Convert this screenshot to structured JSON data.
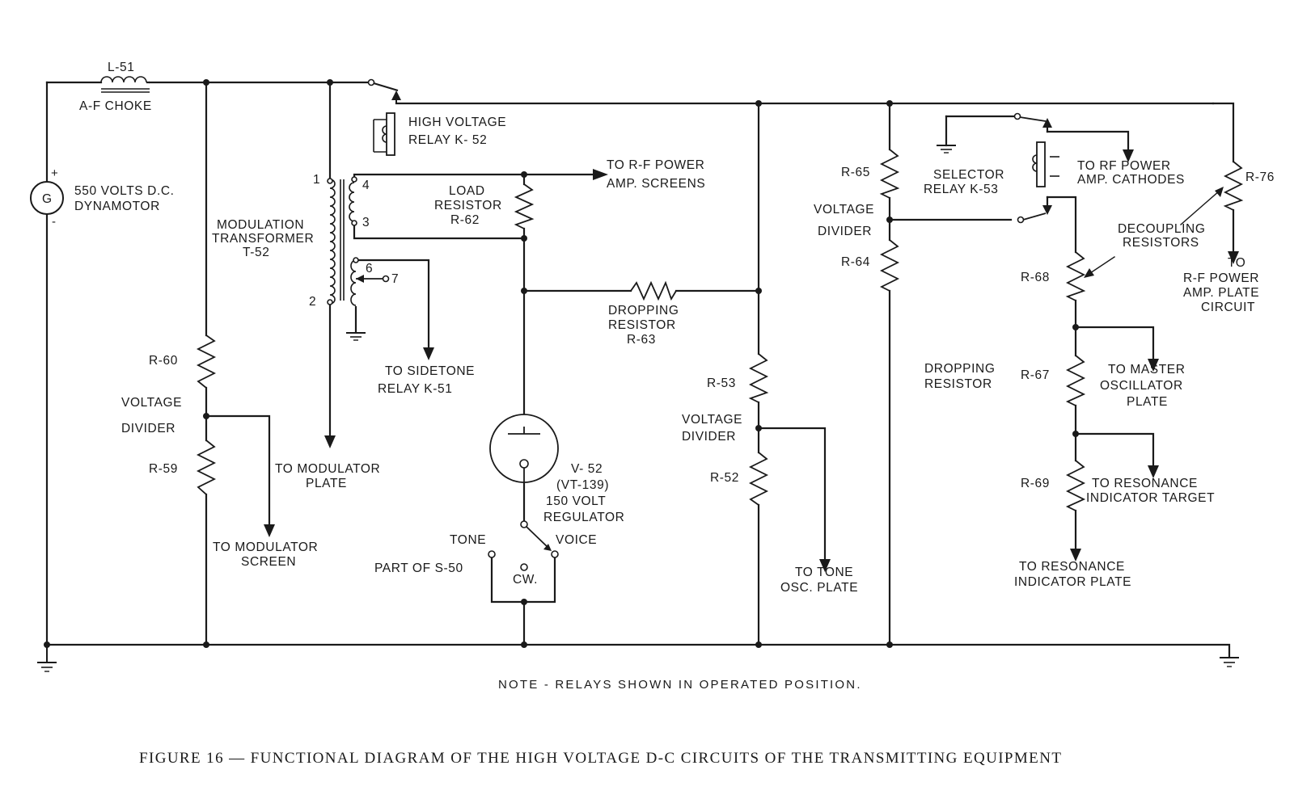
{
  "labels": {
    "l51": "L-51",
    "af_choke": "A-F CHOKE",
    "gen_symbol": "G",
    "gen_volts": "550 VOLTS D.C.",
    "gen_dyn": "DYNAMOTOR",
    "plus": "+",
    "minus": "-",
    "hv_relay_1": "HIGH VOLTAGE",
    "hv_relay_2": "RELAY K- 52",
    "mod_t1": "MODULATION",
    "mod_t2": "TRANSFORMER",
    "mod_t3": "T-52",
    "pin1": "1",
    "pin2": "2",
    "pin3": "3",
    "pin4": "4",
    "pin6": "6",
    "pin7": "7",
    "load_1": "LOAD",
    "load_2": "RESISTOR",
    "load_3": "R-62",
    "rf_screens_1": "TO R-F POWER",
    "rf_screens_2": "AMP. SCREENS",
    "dropping_1": "DROPPING",
    "dropping_2": "RESISTOR",
    "dropping_3": "R-63",
    "sidetone_1": "TO SIDETONE",
    "sidetone_2": "RELAY K-51",
    "r60": "R-60",
    "vd_left_1": "VOLTAGE",
    "vd_left_2": "DIVIDER",
    "r59": "R-59",
    "mod_plate_1": "TO MODULATOR",
    "mod_plate_2": "PLATE",
    "mod_screen_1": "TO MODULATOR",
    "mod_screen_2": "SCREEN",
    "v52_1": "V- 52",
    "v52_2": "(VT-139)",
    "v52_3": "150  VOLT",
    "v52_4": "REGULATOR",
    "tone": "TONE",
    "voice": "VOICE",
    "part_s50": "PART OF S-50",
    "cw": "CW.",
    "r53": "R-53",
    "vd_mid_1": "VOLTAGE",
    "vd_mid_2": "DIVIDER",
    "r52": "R-52",
    "tone_osc_1": "TO TONE",
    "tone_osc_2": "OSC. PLATE",
    "r65": "R-65",
    "vd_right_1": "VOLTAGE",
    "vd_right_2": "DIVIDER",
    "r64": "R-64",
    "sel_relay_1": "SELECTOR",
    "sel_relay_2": "RELAY K-53",
    "rf_cath_1": "TO RF POWER",
    "rf_cath_2": "AMP. CATHODES",
    "r76": "R-76",
    "decoupling_1": "DECOUPLING",
    "decoupling_2": "RESISTORS",
    "rf_plate_1": "TO",
    "rf_plate_2": "R-F  POWER",
    "rf_plate_3": "AMP. PLATE",
    "rf_plate_4": "CIRCUIT",
    "r68": "R-68",
    "drop_right_1": "DROPPING",
    "drop_right_2": "RESISTOR",
    "r67": "R-67",
    "master_osc_1": "TO MASTER",
    "master_osc_2": "OSCILLATOR",
    "master_osc_3": "PLATE",
    "r69": "R-69",
    "res_target_1": "TO RESONANCE",
    "res_target_2": "INDICATOR TARGET",
    "res_plate_1": "TO RESONANCE",
    "res_plate_2": "INDICATOR PLATE"
  },
  "note": "NOTE - RELAYS  SHOWN  IN  OPERATED  POSITION.",
  "caption": "FIGURE 16 — FUNCTIONAL DIAGRAM OF THE HIGH VOLTAGE D-C CIRCUITS OF THE TRANSMITTING EQUIPMENT"
}
